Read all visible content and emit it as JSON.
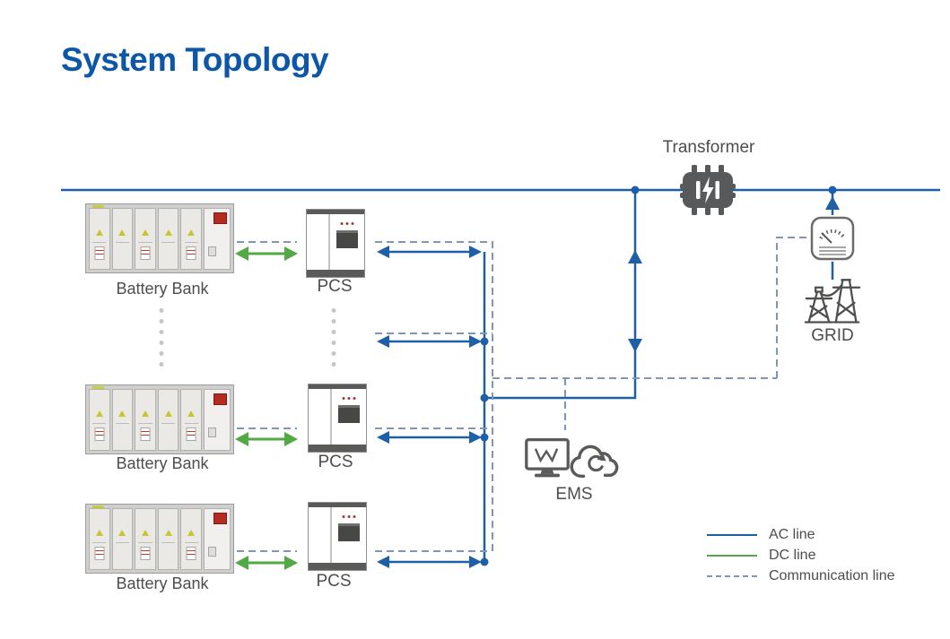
{
  "title": "System Topology",
  "colors": {
    "title_blue": "#0d57a8",
    "ac_line": "#1f5fa8",
    "dc_line": "#53a945",
    "communication_line": "#8095b8",
    "icon_gray": "#58595b",
    "label_gray": "#4d4d4d"
  },
  "nodes": {
    "transformer": {
      "label": "Transformer"
    },
    "grid": {
      "label": "GRID"
    },
    "ems": {
      "label": "EMS"
    },
    "battery_banks": [
      {
        "label": "Battery Bank"
      },
      {
        "label": "Battery Bank"
      },
      {
        "label": "Battery Bank"
      }
    ],
    "pcs_units": [
      {
        "label": "PCS"
      },
      {
        "label": "PCS"
      },
      {
        "label": "PCS"
      }
    ]
  },
  "legend": {
    "items": [
      {
        "label": "AC line",
        "style": "solid",
        "color": "#1f5fa8"
      },
      {
        "label": "DC line",
        "style": "solid",
        "color": "#53a945"
      },
      {
        "label": "Communication line",
        "style": "dashed",
        "color": "#8095b8"
      }
    ]
  },
  "icons": {
    "transformer": "transformer-icon",
    "meter": "power-meter-icon",
    "grid": "transmission-tower-icon",
    "monitor": "monitor-icon",
    "cloud": "cloud-sync-icon",
    "ellipsis": "more-units-dots"
  }
}
